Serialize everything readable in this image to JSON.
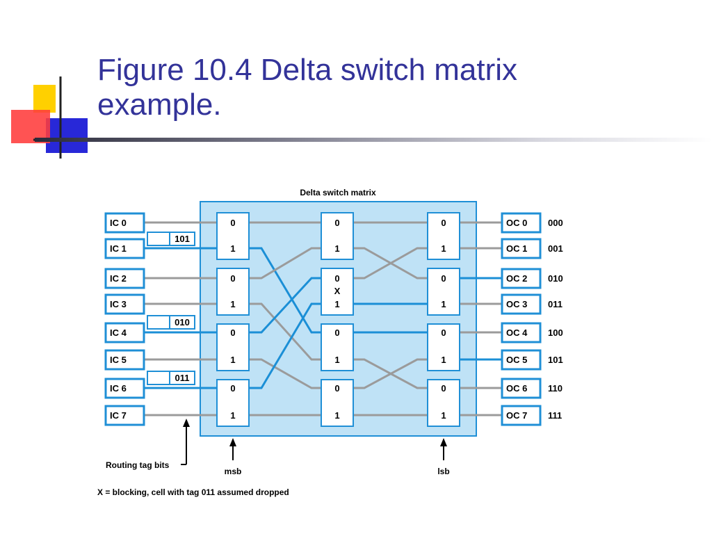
{
  "slide": {
    "title_line1": "Figure 10.4 Delta switch matrix",
    "title_line2": "example."
  },
  "colors": {
    "title": "#333399",
    "active_path": "#1b8fd6",
    "idle_path": "#9b9b9b",
    "matrix_background": "#bfe2f6",
    "logo_yellow": "#ffd000",
    "logo_red": "#ff3b3b",
    "logo_blue": "#2828d8"
  },
  "diagram": {
    "matrix_label": "Delta switch matrix",
    "inputs": [
      "IC 0",
      "IC 1",
      "IC 2",
      "IC 3",
      "IC 4",
      "IC 5",
      "IC 6",
      "IC 7"
    ],
    "outputs": [
      "OC 0",
      "OC 1",
      "OC 2",
      "OC 3",
      "OC 4",
      "OC 5",
      "OC 6",
      "OC 7"
    ],
    "output_addresses": [
      "000",
      "001",
      "010",
      "011",
      "100",
      "101",
      "110",
      "111"
    ],
    "routing_tags": [
      {
        "input": "IC 1",
        "tag": "101"
      },
      {
        "input": "IC 4",
        "tag": "010"
      },
      {
        "input": "IC 6",
        "tag": "011"
      }
    ],
    "element_port_labels": [
      "0",
      "1"
    ],
    "blocking_marker": "X",
    "routing_tag_label": "Routing tag bits",
    "msb_label": "msb",
    "lsb_label": "lsb",
    "blocking_note": "X = blocking, cell with tag 011 assumed dropped"
  }
}
